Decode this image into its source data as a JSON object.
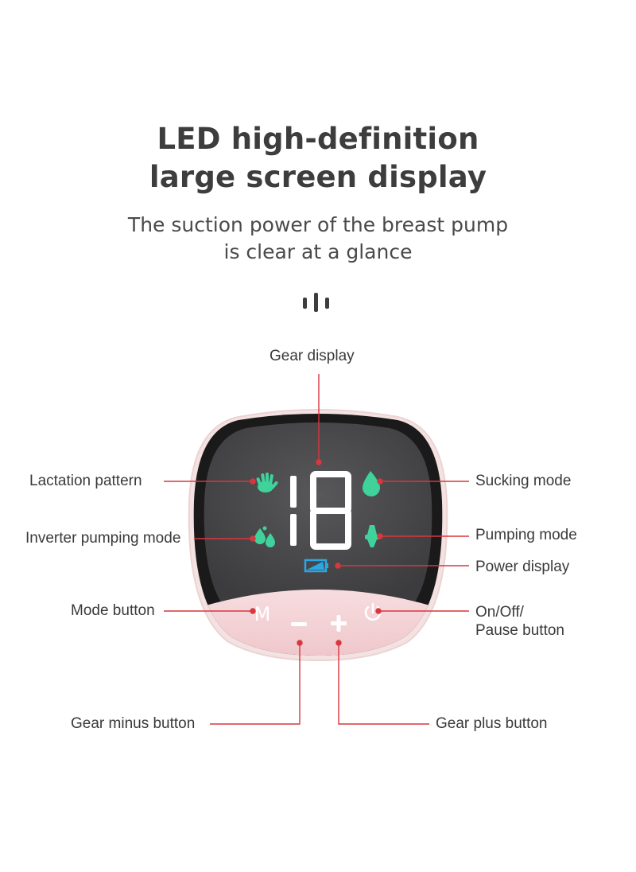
{
  "header": {
    "title_line1": "LED high-definition",
    "title_line2": "large screen display",
    "subtitle_line1": "The suction power of the breast pump",
    "subtitle_line2": "is clear at a glance"
  },
  "display": {
    "digits": "18",
    "mode_button_label": "M",
    "minus_symbol": "−",
    "plus_symbol": "+"
  },
  "labels": {
    "gear_display": "Gear display",
    "lactation_pattern": "Lactation pattern",
    "sucking_mode": "Sucking mode",
    "inverter_pumping_mode": "Inverter pumping mode",
    "pumping_mode": "Pumping mode",
    "power_display": "Power display",
    "mode_button": "Mode button",
    "on_off_line1": "On/Off/",
    "on_off_line2": "Pause button",
    "gear_minus_button": "Gear minus button",
    "gear_plus_button": "Gear plus button"
  },
  "colors": {
    "leader_line": "#d9363e",
    "icon_green": "#3fd29b",
    "battery_blue": "#2aa8e6",
    "screen": "#4a4a4c",
    "bezel": "#1a1a1a",
    "shell_pink": "#f2d6d6",
    "button_pink": "#f3cdd0",
    "digit_white": "#ffffff"
  },
  "icons": {
    "lactation": "hand-icon",
    "sucking": "drop-icon",
    "inverter": "drops-icon",
    "pumping": "pump-icon",
    "power": "battery-icon",
    "power_button": "power-icon",
    "divider": "three-bars-icon"
  }
}
